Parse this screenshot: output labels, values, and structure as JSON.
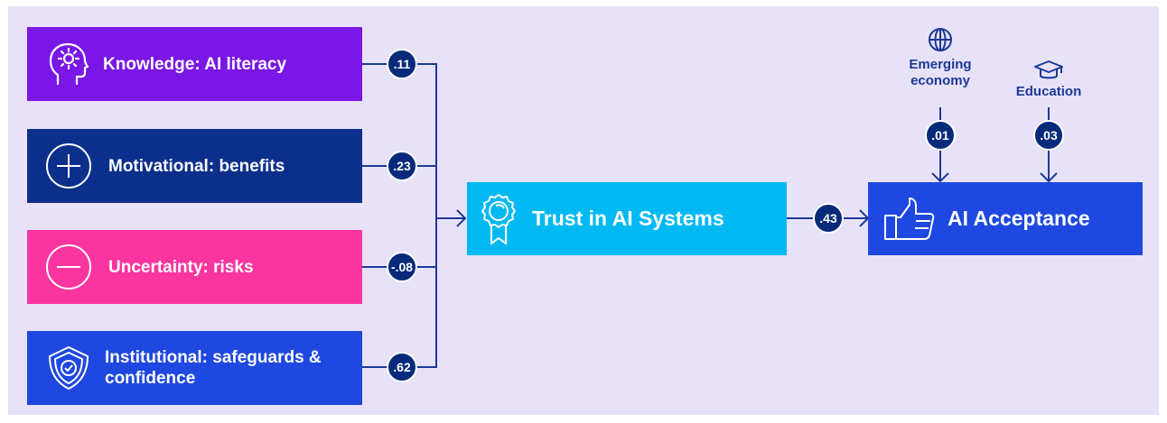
{
  "colors": {
    "background": "#e8e2f8",
    "knowledge": "#7a17e6",
    "motivational": "#0d2f8c",
    "uncertainty": "#fb35a0",
    "institutional": "#1e48e0",
    "trust": "#00b9f2",
    "acceptance": "#1e48e0",
    "badge": "#072a7a",
    "line": "#1b3a96"
  },
  "predictors": [
    {
      "label": "Knowledge: AI literacy",
      "icon": "brain-gear-icon",
      "coefficient": ".11"
    },
    {
      "label": "Motivational: benefits",
      "icon": "plus-circle-icon",
      "coefficient": ".23"
    },
    {
      "label": "Uncertainty: risks",
      "icon": "minus-circle-icon",
      "coefficient": "-.08"
    },
    {
      "label": "Institutional: safeguards & confidence",
      "icon": "shield-check-icon",
      "coefficient": ".62"
    }
  ],
  "mediator": {
    "label": "Trust in AI Systems",
    "icon": "award-ribbon-icon"
  },
  "trust_to_acceptance_coefficient": ".43",
  "outcome": {
    "label": "AI Acceptance",
    "icon": "thumbs-up-icon"
  },
  "moderators": [
    {
      "label": "Emerging economy",
      "icon": "globe-icon",
      "coefficient": ".01"
    },
    {
      "label": "Education",
      "icon": "graduation-cap-icon",
      "coefficient": ".03"
    }
  ]
}
